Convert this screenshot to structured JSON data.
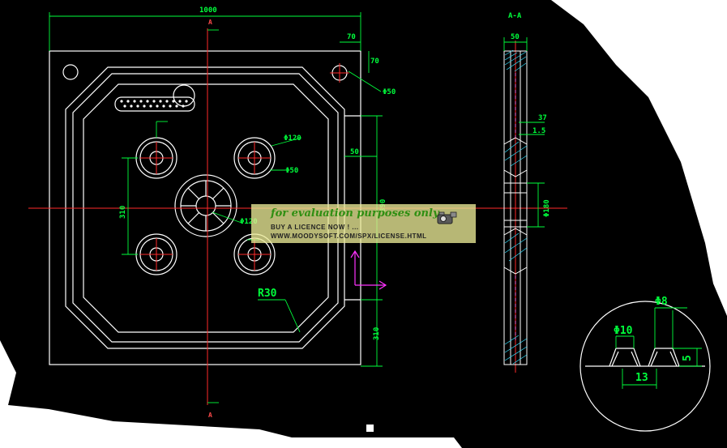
{
  "drawing": {
    "top_dimension": "1000",
    "section_marker_top": "A",
    "section_marker_bottom": "A",
    "section_title": "A-A",
    "dim_hole_offset_x": "70",
    "dim_hole_offset_y": "70",
    "dim_hole_diameter": "Φ50",
    "dim_port_diameter_upper": "Φ120",
    "dim_port_inner_upper": "Φ50",
    "dim_port_diameter_center": "Φ120",
    "dim_port_spacing_vertical": "310",
    "dim_frame_width": "50",
    "dim_right_upper": "890",
    "dim_right_lower": "310",
    "dim_corner_radius": "R30",
    "section_width": "50",
    "section_dim_37": "37",
    "section_dim_15": "1.5",
    "section_dim_180": "Φ180",
    "detail_dim_8": "Φ8",
    "detail_dim_10": "Φ10",
    "detail_dim_13": "13",
    "detail_dim_5": "5"
  },
  "watermark": {
    "line1": "for evaluation purposes only.",
    "line2": "BUY A LICENCE NOW ! ...",
    "line3": "WWW.MOODYSOFT.COM/SPX/LICENSE.HTML"
  },
  "colors": {
    "background": "#000000",
    "outline": "#ffffff",
    "dimension": "#00ff3c",
    "centerline": "#ff2a2a",
    "accent": "#ff33ff"
  }
}
